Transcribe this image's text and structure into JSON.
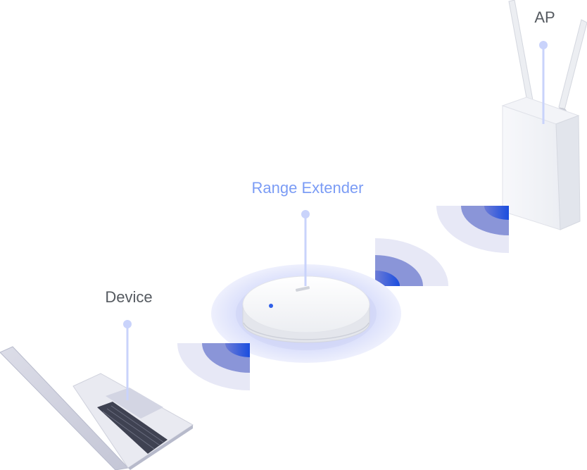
{
  "diagram": {
    "labels": {
      "ap": "AP",
      "range_extender": "Range Extender",
      "device": "Device"
    },
    "colors": {
      "label_text": "#555a60",
      "extender_label": "#7b9cf5",
      "connector": "#c9d3fb",
      "halo": "#e3e7fc",
      "signal_dark": "#1f4fe0",
      "signal_mid": "#8a95d8",
      "signal_light": "#e7e8f6"
    }
  }
}
